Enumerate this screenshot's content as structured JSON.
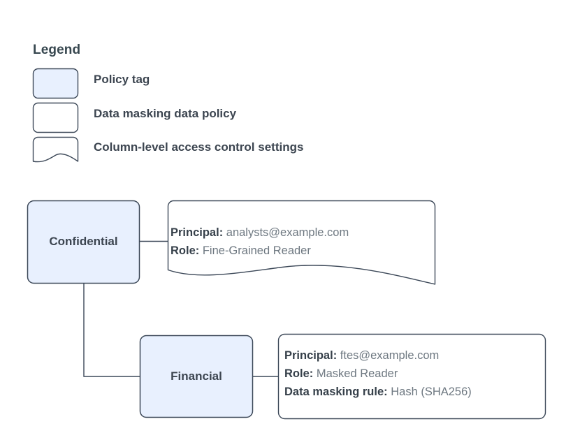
{
  "legend": {
    "title": "Legend",
    "items": [
      {
        "label": "Policy tag",
        "shape": "rounded-rect",
        "fill": "#e8f0fe",
        "stroke": "#3c4858"
      },
      {
        "label": "Data masking data policy",
        "shape": "rounded-rect",
        "fill": "#ffffff",
        "stroke": "#3c4858"
      },
      {
        "label": "Column-level access control settings",
        "shape": "wavy-bottom-rect",
        "fill": "#ffffff",
        "stroke": "#3c4858"
      }
    ]
  },
  "diagram": {
    "nodes": [
      {
        "id": "confidential",
        "label": "Confidential",
        "fill": "#e8f0fe",
        "stroke": "#3c4858"
      },
      {
        "id": "financial",
        "label": "Financial",
        "fill": "#e8f0fe",
        "stroke": "#3c4858"
      }
    ],
    "annotations": [
      {
        "id": "annotation-confidential",
        "shape": "wavy-bottom-rect",
        "fill": "#ffffff",
        "stroke": "#3c4858",
        "rows": [
          {
            "key": "Principal:",
            "value": "analysts@example.com"
          },
          {
            "key": "Role:",
            "value": "Fine-Grained Reader"
          }
        ]
      },
      {
        "id": "annotation-financial",
        "shape": "rounded-rect",
        "fill": "#ffffff",
        "stroke": "#3c4858",
        "rows": [
          {
            "key": "Principal:",
            "value": "ftes@example.com"
          },
          {
            "key": "Role:",
            "value": "Masked Reader"
          },
          {
            "key": "Data masking rule:",
            "value": "Hash (SHA256)"
          }
        ]
      }
    ],
    "connectors": [
      {
        "from": "confidential",
        "to": "annotation-confidential"
      },
      {
        "from": "confidential",
        "to": "financial"
      },
      {
        "from": "financial",
        "to": "annotation-financial"
      }
    ]
  },
  "colors": {
    "background": "#ffffff",
    "node_fill": "#e8f0fe",
    "stroke": "#3c4858",
    "text_strong": "#36404a",
    "text_value": "#6e7881"
  }
}
